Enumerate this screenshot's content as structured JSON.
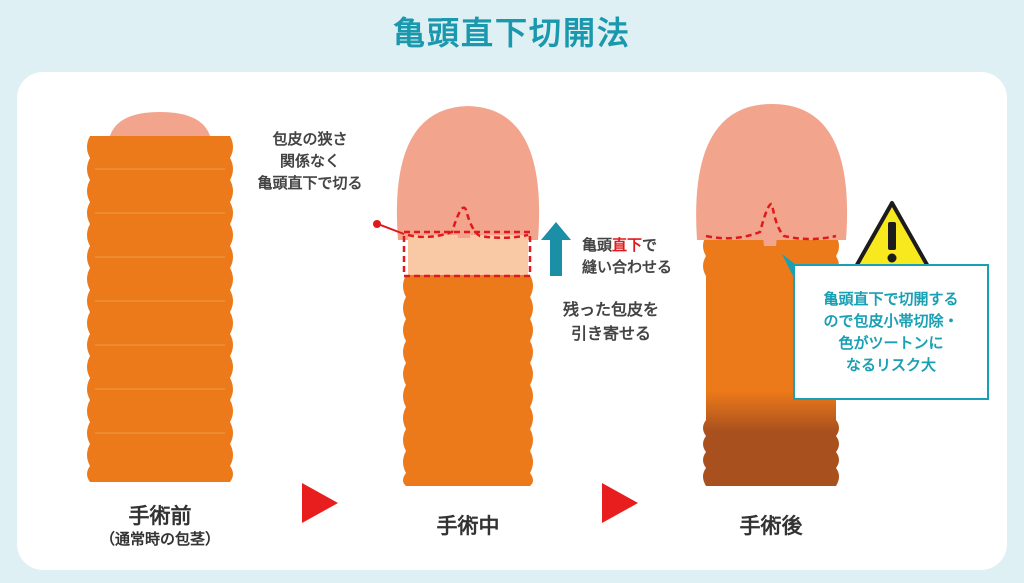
{
  "title": "亀頭直下切開法",
  "stages": {
    "before": {
      "label": "手術前",
      "sublabel": "（通常時の包茎）"
    },
    "during": {
      "label": "手術中"
    },
    "after": {
      "label": "手術後"
    }
  },
  "notes": {
    "cut_line1": "包皮の狭さ",
    "cut_line2": "関係なく",
    "cut_line3": "亀頭直下で切る",
    "suture_line1_pre": "亀頭",
    "suture_line1_red": "直下",
    "suture_line1_post": "で",
    "suture_line2": "縫い合わせる",
    "pull_line1": "残った包皮を",
    "pull_line2": "引き寄せる"
  },
  "warning": {
    "line1": "亀頭直下で切開する",
    "line2": "ので包皮小帯切除・",
    "line3": "色がツートンに",
    "line4": "なるリスク大"
  },
  "colors": {
    "background": "#dff0f4",
    "title": "#1a98ad",
    "foreskin": "#ed7a1a",
    "glans": "#f2a58c",
    "incision": "#e0191c",
    "arrow": "#1a8fa6",
    "warning_yellow": "#f8e81e"
  },
  "icons": [
    "play-arrow-icon",
    "up-arrow-icon",
    "warning-icon"
  ]
}
